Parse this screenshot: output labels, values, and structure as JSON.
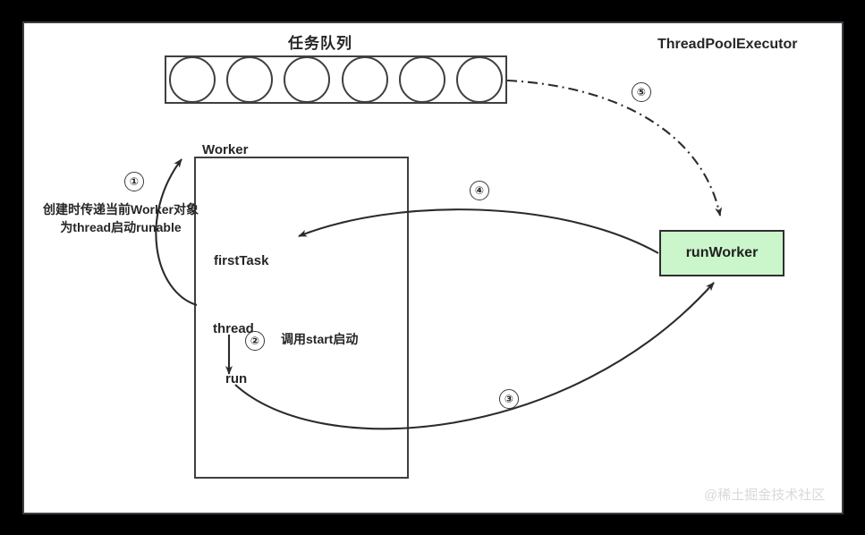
{
  "frame": {
    "outer_background": "#000000",
    "canvas_background": "#ffffff",
    "border_color": "#3a3f44"
  },
  "headings": {
    "queue_title": "任务队列",
    "executor_title": "ThreadPoolExecutor"
  },
  "queue": {
    "cell_count": 6,
    "cells": [
      "",
      "",
      "",
      "",
      "",
      ""
    ]
  },
  "worker": {
    "label": "Worker",
    "fields": {
      "first_task": "firstTask",
      "thread": "thread",
      "run": "run"
    }
  },
  "run_worker": {
    "label": "runWorker",
    "fill": "#cbf5cb",
    "stroke": "#2f2f2f"
  },
  "annotations": {
    "step1_badge": "①",
    "step1_text_line1": "创建时传递当前Worker对象",
    "step1_text_line2": "为thread启动runable",
    "step2_badge": "②",
    "step2_text": "调用start启动",
    "step3_badge": "③",
    "step4_badge": "④",
    "step5_badge": "⑤"
  },
  "watermark": {
    "text": "@稀土掘金技术社区",
    "color": "#d9d9d9"
  }
}
